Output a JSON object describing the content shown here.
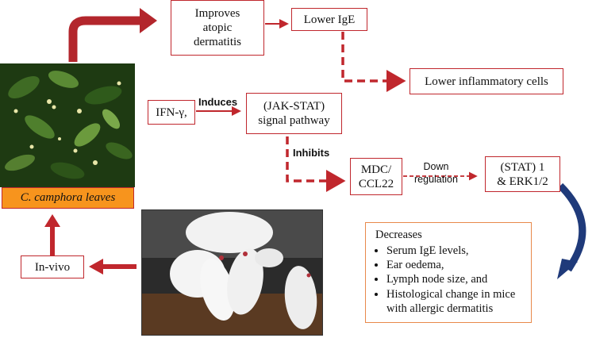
{
  "nodes": {
    "improves": "Improves\natopic\ndermatitis",
    "lower_ige": "Lower IgE",
    "lower_inflam": "Lower inflammatory cells",
    "ifn": "IFN-γ,",
    "jak_stat": "(JAK-STAT)\nsignal pathway",
    "mdc": "MDC/\nCCL22",
    "stat": "(STAT) 1\n& ERK1/2",
    "camphora": "C. camphora leaves",
    "invivo": "In-vivo"
  },
  "edge_labels": {
    "induces": "Induces",
    "inhibits": "Inhibits",
    "down_regulation": "Down\nregulation"
  },
  "decreases": {
    "heading": "Decreases",
    "items": [
      "Serum IgE levels,",
      "Ear oedema,",
      "Lymph node size, and",
      "Histological change in mice\nwith allergic dermatitis"
    ]
  },
  "colors": {
    "arrow_red": "#c0272d",
    "curved_arrow": "#1f3a7a",
    "label_orange": "#f7941d",
    "decreases_border": "#e8894b",
    "list_arrow": "#4b2a6b"
  }
}
